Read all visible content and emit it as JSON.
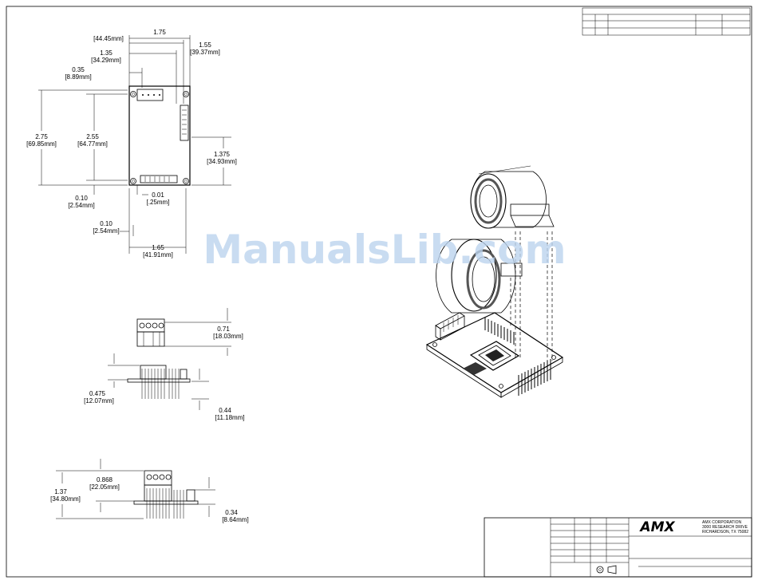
{
  "top_view": {
    "dim_width_in": "1.75",
    "dim_width_mm": "[44.45mm]",
    "dim_w2_in": "1.55",
    "dim_w2_mm": "[39.37mm]",
    "dim_w3_in": "1.35",
    "dim_w3_mm": "[34.29mm]",
    "dim_w4_in": "0.35",
    "dim_w4_mm": "[8.89mm]",
    "dim_h1_in": "2.75",
    "dim_h1_mm": "[69.85mm]",
    "dim_h2_in": "2.55",
    "dim_h2_mm": "[64.77mm]",
    "dim_h3_in": "1.375",
    "dim_h3_mm": "[34.93mm]",
    "dim_off1_in": "0.10",
    "dim_off1_mm": "[2.54mm]",
    "dim_off2_in": "0.01",
    "dim_off2_mm": "[.25mm]",
    "dim_off3_in": "0.10",
    "dim_off3_mm": "[2.54mm]",
    "dim_base_in": "1.65",
    "dim_base_mm": "[41.91mm]"
  },
  "side_view_1": {
    "dim_a_in": "0.71",
    "dim_a_mm": "[18.03mm]",
    "dim_b_in": "0.475",
    "dim_b_mm": "[12.07mm]",
    "dim_c_in": "0.44",
    "dim_c_mm": "[11.18mm]"
  },
  "side_view_2": {
    "dim_a_in": "0.868",
    "dim_a_mm": "[22.05mm]",
    "dim_b_in": "1.37",
    "dim_b_mm": "[34.80mm]",
    "dim_c_in": "0.34",
    "dim_c_mm": "[8.64mm]"
  },
  "watermark": "ManualsLib.com",
  "title_block": {
    "logo": "AMX",
    "company_line1": "AMX CORPORATION",
    "company_line2": "3000 RESEARCH DRIVE",
    "company_line3": "RICHARDSON, TX 75082"
  }
}
